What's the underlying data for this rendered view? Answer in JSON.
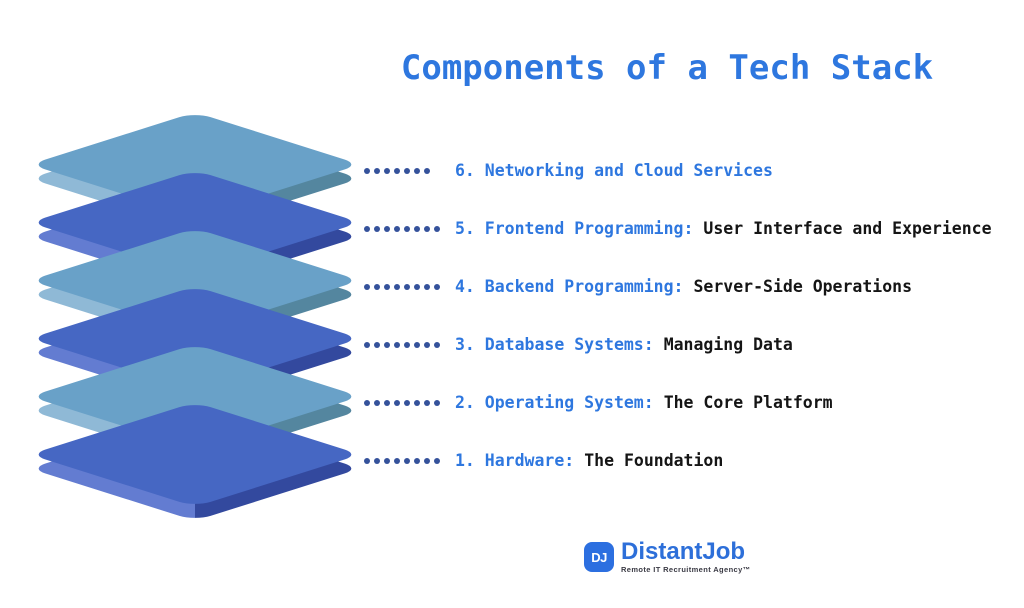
{
  "title": "Components of a Tech Stack",
  "rows": [
    {
      "blue": "6. Networking and Cloud Services",
      "black": ""
    },
    {
      "blue": "5. Frontend Programming:",
      "black": "User Interface and Experience"
    },
    {
      "blue": "4. Backend Programming:",
      "black": "Server-Side Operations"
    },
    {
      "blue": "3. Database Systems:",
      "black": "Managing Data"
    },
    {
      "blue": "2. Operating System:",
      "black": "The Core Platform"
    },
    {
      "blue": "1. Hardware:",
      "black": "The Foundation"
    }
  ],
  "logo": {
    "icon_text": "DJ",
    "brand": "DistantJob",
    "tagline": "Remote IT Recruitment Agency™"
  },
  "colors": {
    "title_blue": "#2E77DF",
    "label_blue": "#2E77DF",
    "label_black": "#151515",
    "dot_navy": "#35529B",
    "stack_light": {
      "top": "#69A1C8",
      "left": "#8FB9D6",
      "right": "#54869F"
    },
    "stack_dark": {
      "top": "#4667C3",
      "left": "#637CD1",
      "right": "#33499E"
    },
    "brand_blue": "#2D6FD9",
    "icon_blue": "#2C6FE0",
    "tagline_gray": "#3A3A44"
  }
}
